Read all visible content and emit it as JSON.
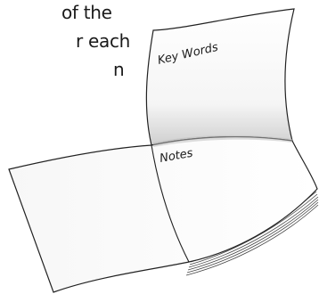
{
  "body_text": {
    "line1": "of the",
    "line2": "r each",
    "line3": "n"
  },
  "foldable": {
    "top_tab_label": "Key Words",
    "bottom_panel_label": "Notes"
  }
}
